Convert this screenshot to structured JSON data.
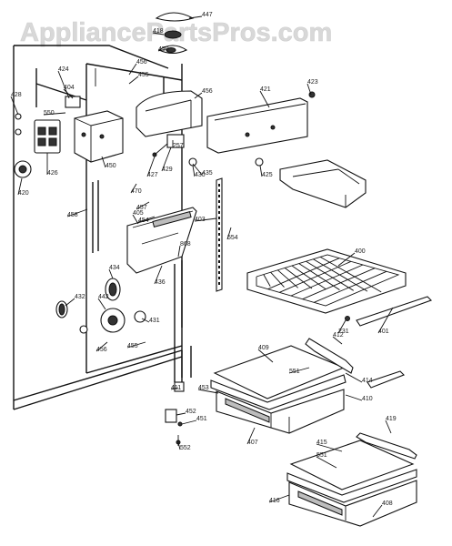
{
  "watermark": "AppliancePartsPros.com",
  "labels": [
    "447",
    "418",
    "450",
    "456",
    "455",
    "424",
    "423",
    "428",
    "456",
    "421",
    "550",
    "426",
    "427",
    "450",
    "430",
    "425",
    "420",
    "470",
    "257",
    "429",
    "435",
    "457",
    "454",
    "405",
    "404",
    "458",
    "403",
    "554",
    "868",
    "400",
    "434",
    "436",
    "432",
    "401",
    "442",
    "431",
    "231",
    "455",
    "456",
    "412",
    "409",
    "551",
    "414",
    "410",
    "453",
    "411",
    "452",
    "451",
    "407",
    "552",
    "415",
    "551",
    "419",
    "416",
    "408"
  ],
  "colors": {
    "line": "#111111",
    "watermark": "#d8d8d8",
    "background": "#ffffff"
  }
}
